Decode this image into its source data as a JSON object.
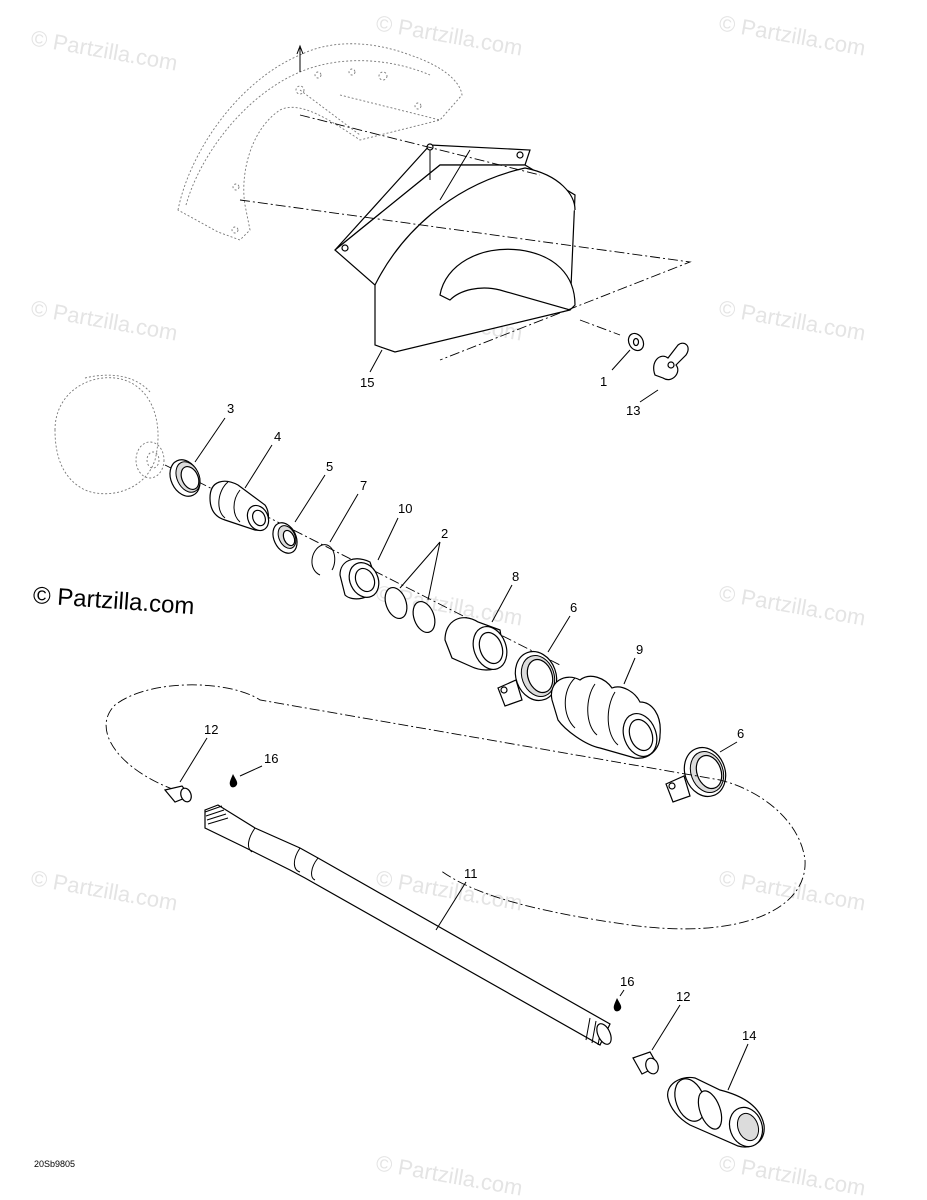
{
  "watermark_text": "© Partzilla.com",
  "copyright_text": "© Partzilla.com",
  "figure_code": "20Sb9805",
  "callouts": [
    "15",
    "1",
    "13",
    "3",
    "4",
    "5",
    "7",
    "10",
    "2",
    "8",
    "6",
    "9",
    "6",
    "12",
    "16",
    "11",
    "16",
    "12",
    "14"
  ]
}
